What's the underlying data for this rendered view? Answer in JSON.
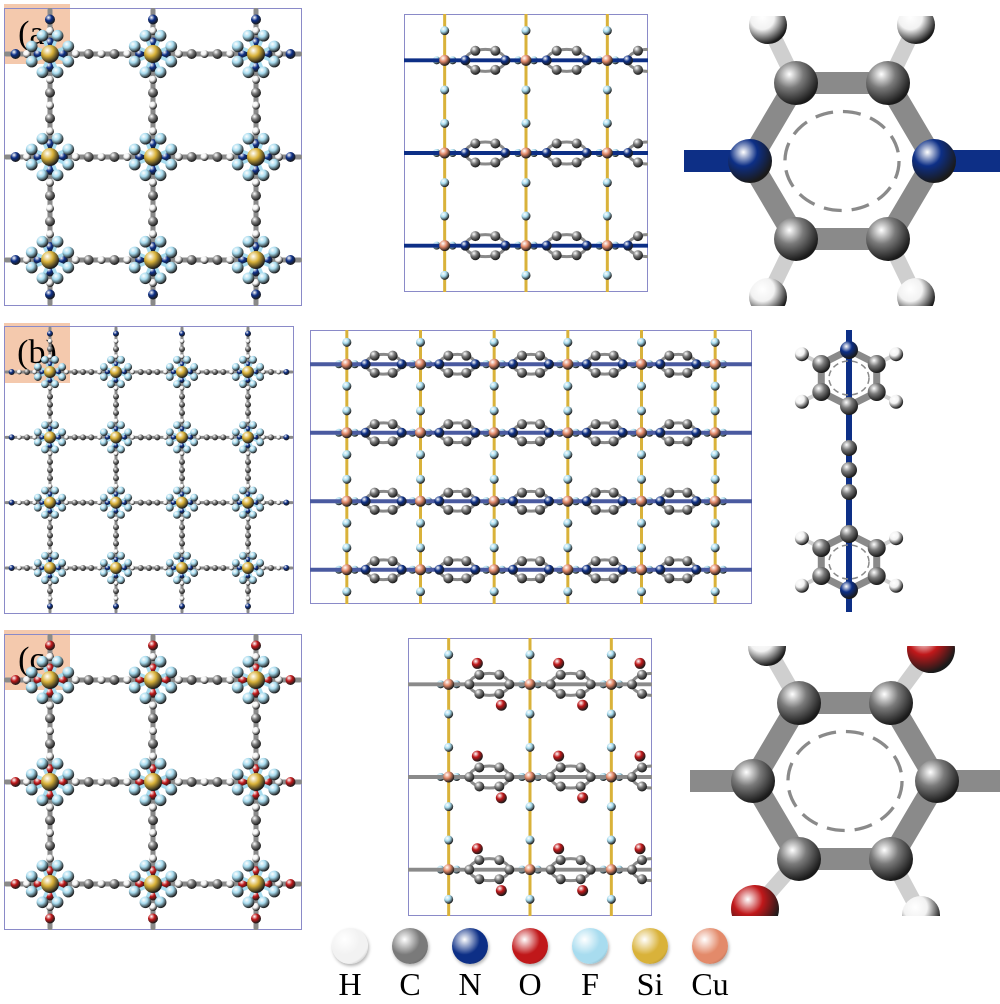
{
  "panels": [
    {
      "label": "(a)"
    },
    {
      "label": "(b)"
    },
    {
      "label": "(c)"
    }
  ],
  "legend": [
    {
      "symbol": "H",
      "color": "#f2f2f2"
    },
    {
      "symbol": "C",
      "color": "#7a7a7a"
    },
    {
      "symbol": "N",
      "color": "#0d2f86"
    },
    {
      "symbol": "O",
      "color": "#c0181a"
    },
    {
      "symbol": "F",
      "color": "#a8dcef"
    },
    {
      "symbol": "Si",
      "color": "#d9b23a"
    },
    {
      "symbol": "Cu",
      "color": "#e38a6a"
    }
  ]
}
